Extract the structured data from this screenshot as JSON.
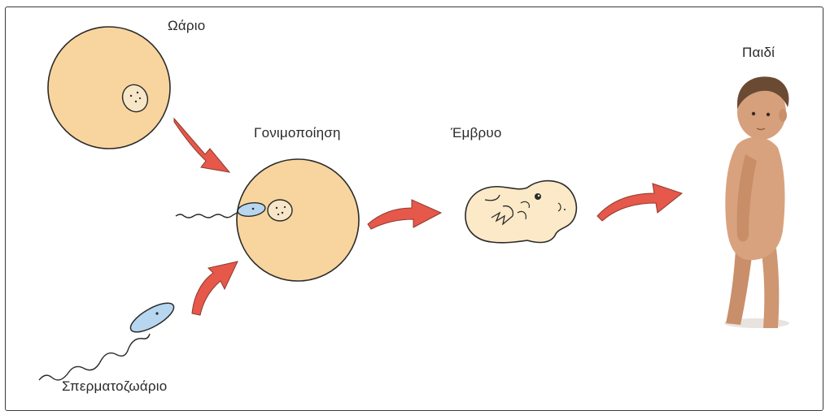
{
  "labels": {
    "ovum": "Ωάριο",
    "fertilization": "Γονιμοποίηση",
    "embryo": "Έμβρυο",
    "child": "Παιδί",
    "sperm": "Σπερματοζωάριο"
  },
  "colors": {
    "cell_fill": "#f8d59e",
    "cell_stroke": "#2a2a2a",
    "sperm_fill": "#b7d6f0",
    "arrow_fill": "#e6584a",
    "arrow_stroke": "#8a3a30",
    "embryo_fill": "#fbe9c8",
    "skin": "#d9a27e",
    "hair": "#6b4a34"
  }
}
